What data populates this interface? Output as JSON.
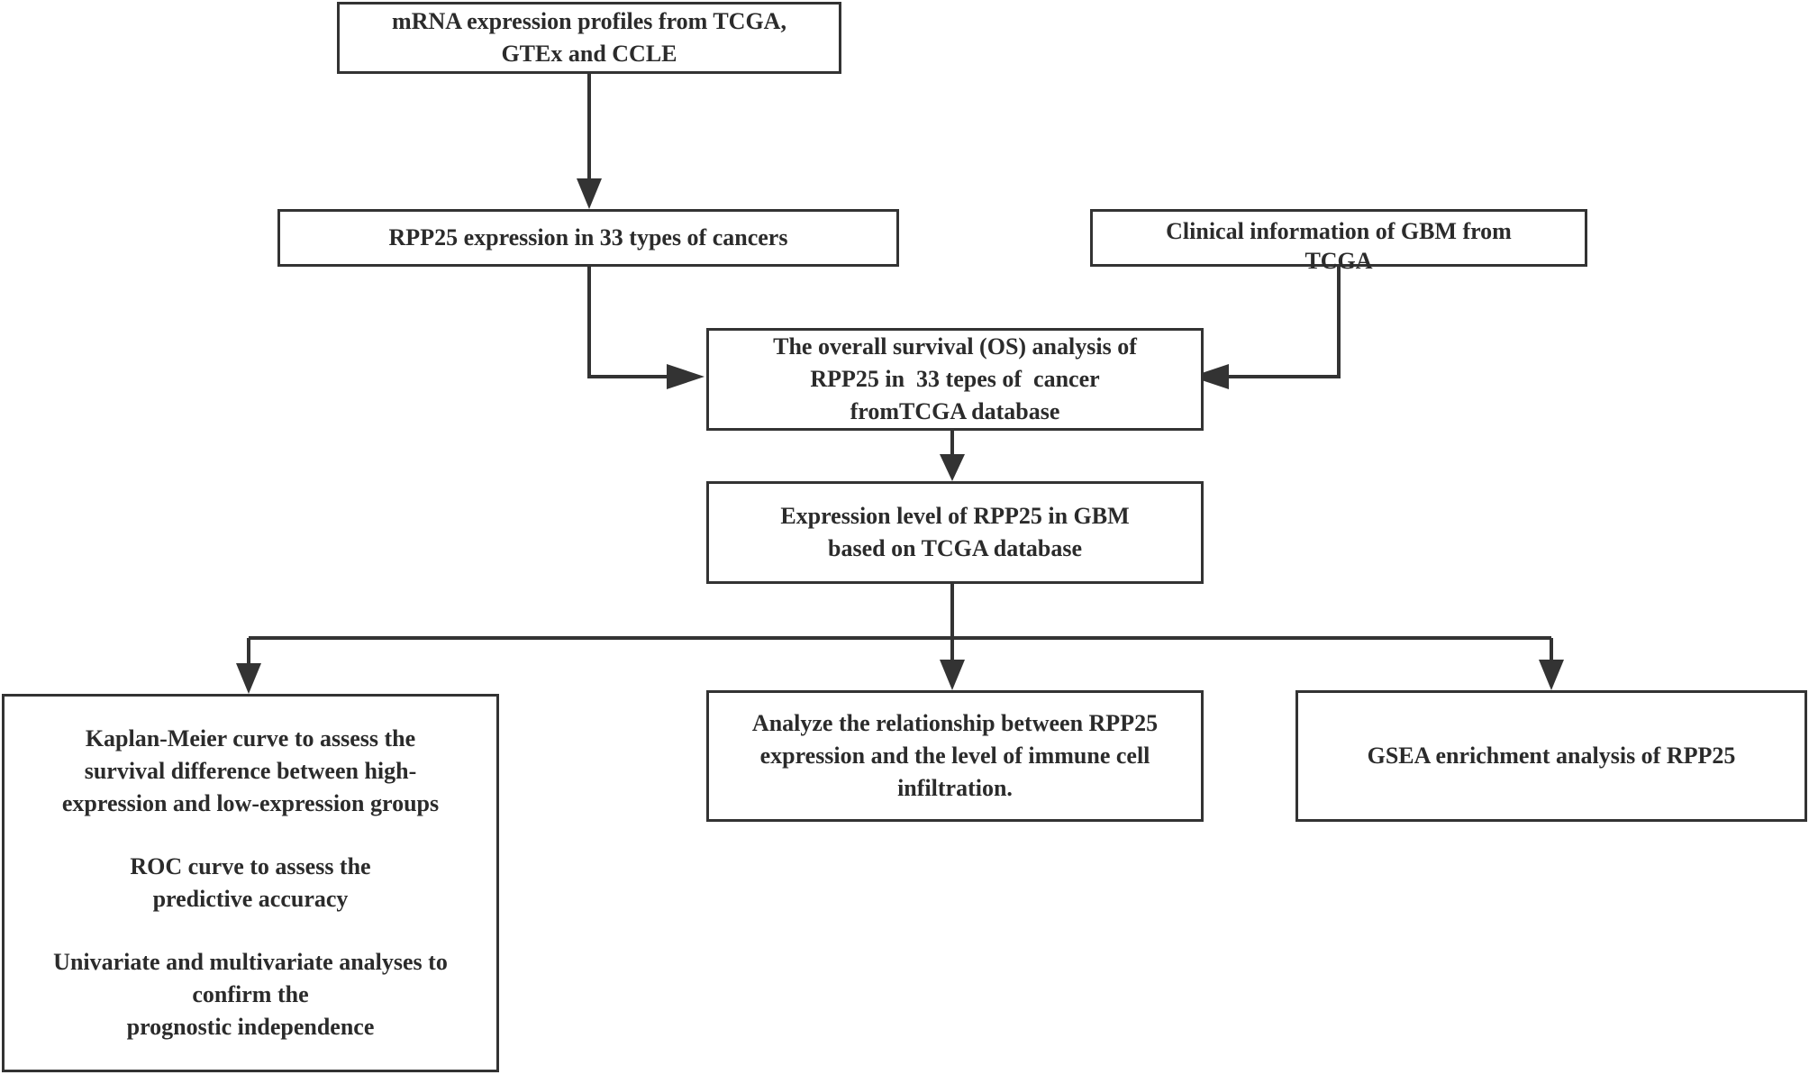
{
  "nodes": {
    "source": {
      "lines": [
        "mRNA expression profiles from TCGA,",
        "GTEx and CCLE"
      ]
    },
    "pan_cancer": {
      "lines": [
        "RPP25 expression in 33 types of cancers"
      ]
    },
    "clinical": {
      "lines": [
        "Clinical information of GBM from",
        "TCGA"
      ]
    },
    "os_analysis": {
      "lines": [
        "The overall survival (OS) analysis of",
        "RPP25 in  33 tepes of  cancer",
        "fromTCGA database"
      ]
    },
    "gbm_expression": {
      "lines": [
        "Expression level of RPP25 in GBM",
        "based on TCGA database"
      ]
    },
    "prognosis": {
      "km": [
        "Kaplan-Meier curve to assess the",
        "survival difference between high-",
        "expression and low-expression groups"
      ],
      "roc": [
        "ROC curve to assess the",
        "predictive accuracy"
      ],
      "cox": [
        "Univariate and multivariate analyses to",
        "confirm the",
        "prognostic independence"
      ]
    },
    "immune": {
      "lines": [
        "Analyze the relationship between RPP25",
        "expression and the level of immune cell",
        "infiltration."
      ]
    },
    "gsea": {
      "lines": [
        "GSEA enrichment analysis of RPP25"
      ]
    }
  }
}
